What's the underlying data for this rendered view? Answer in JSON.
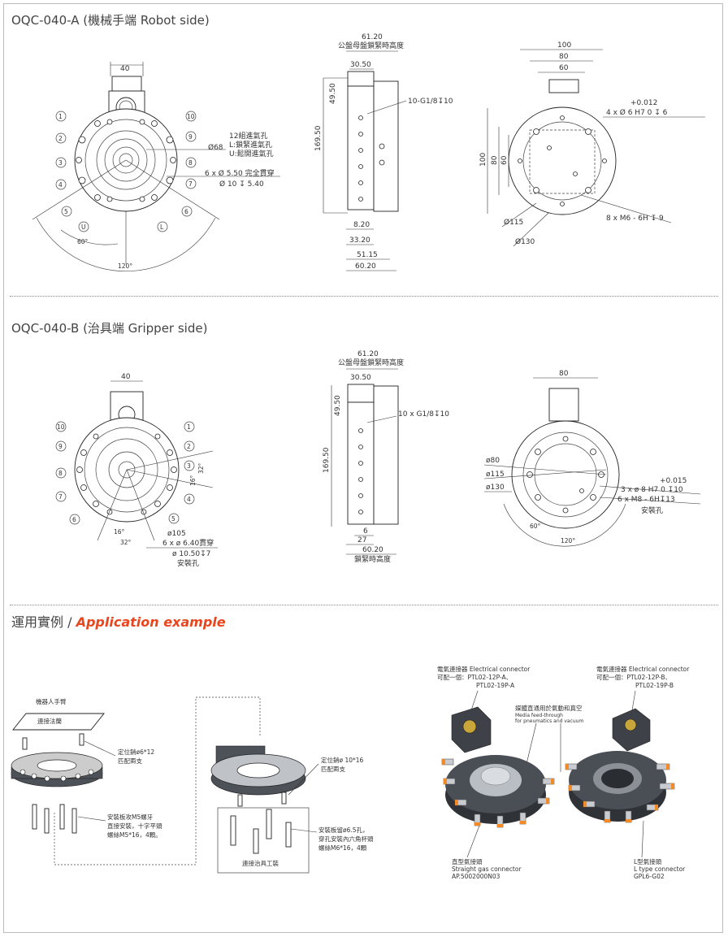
{
  "section_a": {
    "title": "OQC-040-A (機械手端 Robot side)",
    "front": {
      "dims": {
        "top_width": "40",
        "hole_dia": "Ø68",
        "angle_small": "60°",
        "angle_big": "120°"
      },
      "notes": [
        "12組進氣孔",
        "L:鎖緊進氣孔",
        "U:鬆開進氣孔",
        "6 x Ø 5.50 完全貫穿",
        "Ø 10 ↧ 5.40"
      ],
      "ports": [
        "1",
        "2",
        "3",
        "4",
        "5",
        "6",
        "7",
        "8",
        "9",
        "10",
        "U",
        "L"
      ]
    },
    "side": {
      "dims": {
        "top": "61.20",
        "top_note": "公盤母盤鎖緊時高度",
        "d1": "30.50",
        "d2": "49.50",
        "height": "169.50",
        "port": "10-G1/8↧10",
        "b1": "8.20",
        "b2": "33.20",
        "b3": "51.15",
        "b4": "60.20"
      }
    },
    "bottom": {
      "dims": {
        "w100": "100",
        "w80": "80",
        "w60": "60",
        "h100": "100",
        "h80": "80",
        "h60": "60",
        "d115": "Ø115",
        "d130": "Ø130"
      },
      "notes": [
        "+0.012",
        "4 x Ø 6 H7  0    ↧ 6",
        "8 x M6 - 6H ↧ 9"
      ]
    }
  },
  "section_b": {
    "title": "OQC-040-B (治具端 Gripper side)",
    "front": {
      "dims": {
        "top_width": "40",
        "d105": "ø105",
        "a32": "32°",
        "a16": "16°",
        "b16": "16°",
        "b32": "32°"
      },
      "notes": [
        "6 x ø 6.40貫穿",
        "ø 10.50↧7",
        "安裝孔"
      ],
      "ports": [
        "1",
        "2",
        "3",
        "4",
        "5",
        "6",
        "7",
        "8",
        "9",
        "10"
      ]
    },
    "side": {
      "dims": {
        "top": "61.20",
        "top_note": "公盤母盤鎖緊時高度",
        "d1": "30.50",
        "d2": "49.50",
        "height": "169.50",
        "port": "10 x G1/8↧10",
        "b1": "6",
        "b2": "27",
        "b3": "60.20",
        "b_note": "鎖緊時高度"
      }
    },
    "bottom": {
      "dims": {
        "w80": "80",
        "d80": "ø80",
        "d115": "ø115",
        "d130": "ø130",
        "a60": "60°",
        "a120": "120°"
      },
      "notes": [
        "+0.015",
        "3 x ø 8 H7 0    ↧10",
        "6 x M8 - 6H↧13",
        "安裝孔"
      ]
    }
  },
  "application": {
    "title_cn": "運用實例 /",
    "title_en": "Application example",
    "left": {
      "arm": "機器人手臂",
      "flange": "連接法蘭",
      "pin": "定位銷ø6*12",
      "pin2": "匹配兩支",
      "mount1": "安裝板攻M5螺牙",
      "mount2": "直接安裝，十字平頭",
      "mount3": "螺絲M5*16，4顆。"
    },
    "middle": {
      "pin": "定位銷ø 10*16",
      "pin2": "匹配兩支",
      "mount1": "安裝板留ø6.5孔，",
      "mount2": "穿孔安裝內六角杯頭",
      "mount3": "螺絲M6*16，4顆",
      "fixture": "連接治具工裝"
    },
    "right": {
      "conn_a1": "電氣連接器 Electrical connector",
      "conn_a2": "可配一個：PTL02-12P-A、",
      "conn_a3": "PTL02-19P-A",
      "conn_b1": "電氣連接器 Electrical connector",
      "conn_b2": "可配一個：PTL02-12P-B、",
      "conn_b3": "PTL02-19P-B",
      "media1": "媒體直通用於氣動和真空",
      "media2": "Media feed-through",
      "media3": "for pneumatics and vacuum",
      "straight1": "直型氣接頭",
      "straight2": "Straight gas connector",
      "straight3": "AP.5002000N03",
      "ltype1": "L型氣接頭",
      "ltype2": "L type connector",
      "ltype3": "GPL6-G02"
    }
  }
}
